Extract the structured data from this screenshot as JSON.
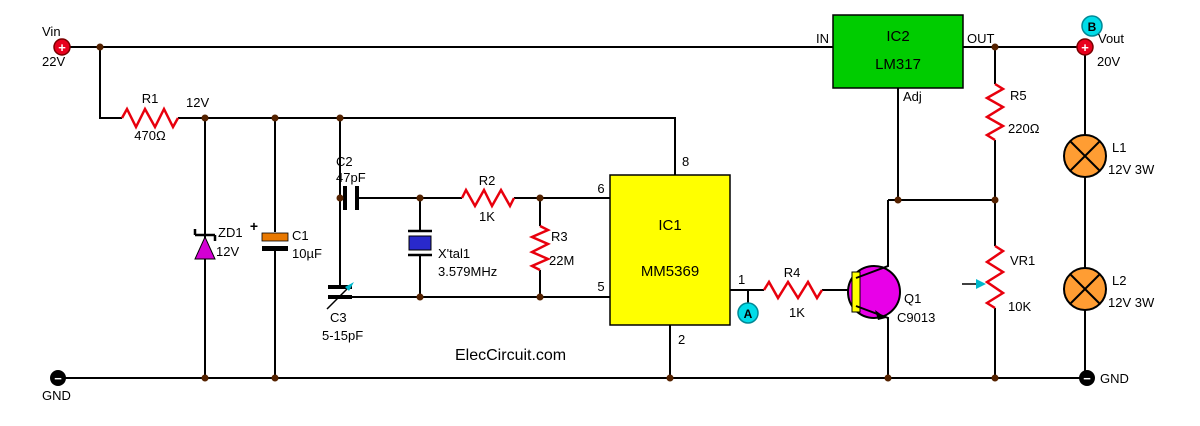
{
  "branding": {
    "watermark": "ElecCircuit.com"
  },
  "colors": {
    "wire": "#000000",
    "resistor": "#e8000d",
    "junction": "#552200",
    "ic1_fill": "#ffff00",
    "ic2_fill": "#00cc00",
    "transistor_fill": "#e800e8",
    "transistor_base_fill": "#ffff00",
    "lamp_fill": "#ff9d33",
    "zener_fill": "#d400d4",
    "cap_plus_plate": "#e87800",
    "crystal_fill": "#2929cc",
    "terminal_positive": "#e8001d",
    "terminal_ground": "#000000",
    "testpoint_fill": "#00dce8",
    "testpoint_border": "#008996",
    "trimmer_arrow": "#00b8cc"
  },
  "terminals": {
    "vin": {
      "label": "Vin",
      "value": "22V",
      "sign": "+"
    },
    "vout": {
      "label": "Vout",
      "value": "20V",
      "sign": "+"
    },
    "gnd_left": {
      "label": "GND",
      "sign": "−"
    },
    "gnd_right": {
      "label": "GND",
      "sign": "−"
    }
  },
  "nodes": {
    "rail12v": "12V",
    "a": "A",
    "b": "B"
  },
  "components": {
    "r1": {
      "ref": "R1",
      "value": "470Ω"
    },
    "r2": {
      "ref": "R2",
      "value": "1K"
    },
    "r3": {
      "ref": "R3",
      "value": "22M"
    },
    "r4": {
      "ref": "R4",
      "value": "1K"
    },
    "r5": {
      "ref": "R5",
      "value": "220Ω"
    },
    "vr1": {
      "ref": "VR1",
      "value": "10K"
    },
    "c1": {
      "ref": "C1",
      "value": "10µF",
      "polarity": "+"
    },
    "c2": {
      "ref": "C2",
      "value": "47pF"
    },
    "c3": {
      "ref": "C3",
      "value": "5-15pF"
    },
    "zd1": {
      "ref": "ZD1",
      "value": "12V"
    },
    "xtal1": {
      "ref": "X'tal1",
      "value": "3.579MHz"
    },
    "ic1": {
      "ref": "IC1",
      "part": "MM5369",
      "pins": {
        "p1": "1",
        "p2": "2",
        "p5": "5",
        "p6": "6",
        "p8": "8"
      }
    },
    "ic2": {
      "ref": "IC2",
      "part": "LM317",
      "pins": {
        "in": "IN",
        "out": "OUT",
        "adj": "Adj"
      }
    },
    "q1": {
      "ref": "Q1",
      "part": "C9013"
    },
    "l1": {
      "ref": "L1",
      "value": "12V 3W"
    },
    "l2": {
      "ref": "L2",
      "value": "12V 3W"
    }
  }
}
